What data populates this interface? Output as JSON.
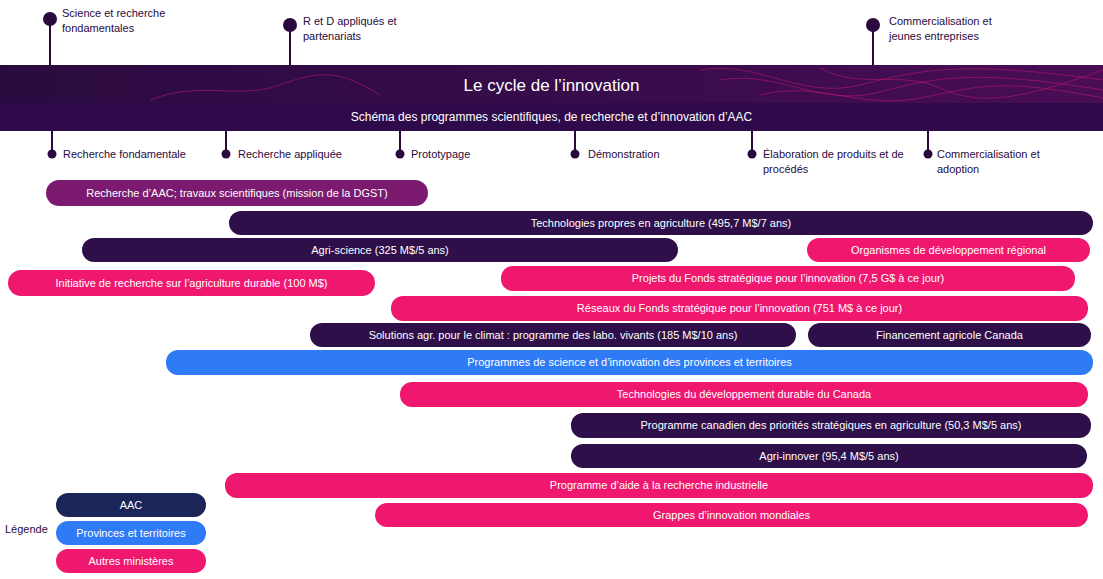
{
  "diagram": {
    "title": "Le cycle de l’innovation",
    "nodes": [
      {
        "text": [
          "Schéma des programmes scientifiques, de recherche et d’innovation d’AAC"
        ]
      },
      {
        "text": [
          "Recherche d’AAC; travaux scientifiques (mission de la DGST)"
        ]
      },
      {
        "text": [
          "Technologies propres en agriculture (495,7 M$/7 ans)"
        ]
      },
      {
        "text": [
          "Agri-science (325 M$/5 ans)"
        ]
      },
      {
        "text": [
          "Organismes de développement régional"
        ]
      },
      {
        "text": [
          "Initiative de recherche sur l’agriculture durable (100 M$)"
        ]
      },
      {
        "text": [
          "Projets du Fonds stratégique pour l’innovation (7,5 G$ à ce jour)"
        ]
      },
      {
        "text": [
          "Réseaux du Fonds stratégique pour l’innovation (751 M$ à ce jour)"
        ]
      },
      {
        "text": [
          "Solutions agr. pour le climat : programme des labo. vivants (185 M$/10 ans)"
        ]
      },
      {
        "text": [
          "Financement agricole Canada"
        ]
      },
      {
        "text": [
          "Programmes de science et d’innovation des provinces et territoires"
        ]
      },
      {
        "text": [
          "Technologies du développement durable du Canada"
        ]
      },
      {
        "text": [
          "Programme canadien des priorités stratégiques en agriculture (50,3 M$/5 ans)"
        ]
      },
      {
        "text": [
          "Agri-innover (95,4 M$/5 ans)"
        ]
      },
      {
        "text": [
          "Programme d’aide à la recherche industrielle"
        ]
      },
      {
        "text": [
          "Grappes d’innovation mondiales"
        ]
      }
    ],
    "labels": [
      "Science et recherche fondamentales",
      "R et D appliqués et partenariats",
      "Commercialisation et jeunes entreprises",
      "Recherche fondamentale",
      "Recherche appliquée",
      "Prototypage",
      "Démonstration",
      "Élaboration de produits et de procédés",
      "Commercialisation et adoption",
      "Légende"
    ],
    "legend": [
      {
        "text": "AAC",
        "color": "#1b2558"
      },
      {
        "text": "Provinces et territoires",
        "color": "#2f7bf5"
      },
      {
        "text": "Autres ministères",
        "color": "#f0176f"
      }
    ]
  }
}
